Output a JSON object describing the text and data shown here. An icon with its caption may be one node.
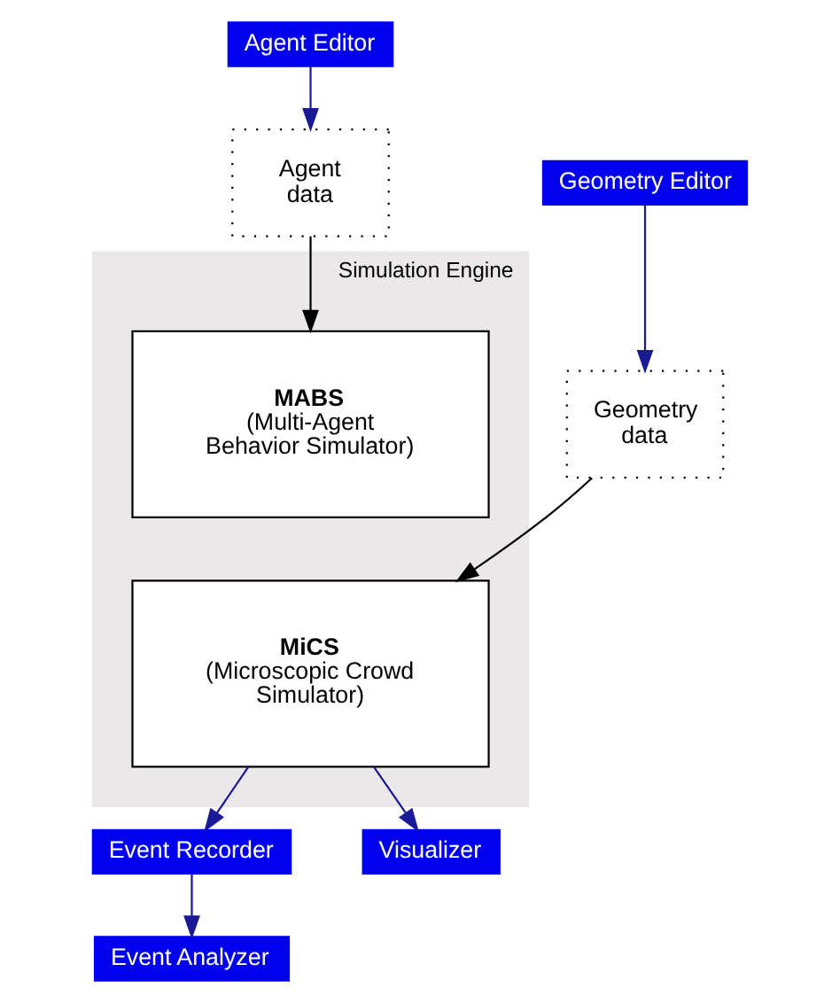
{
  "diagram": {
    "nodes": [
      {
        "text": [
          "Agent Editor"
        ]
      },
      {
        "text": [
          "Agent data"
        ]
      },
      {
        "text": [
          "Simulation Engine"
        ]
      },
      {
        "text": [
          "MABS",
          "(Multi-Agent Behavior Simulator)"
        ],
        "in": 2
      },
      {
        "text": [
          "MiCS",
          "(Microscopic Crowd Simulator)"
        ],
        "in": 2
      },
      {
        "text": [
          "Geometry Editor"
        ]
      },
      {
        "text": [
          "Geometry data"
        ]
      },
      {
        "text": [
          "Event Recorder"
        ]
      },
      {
        "text": [
          "Visualizer"
        ]
      },
      {
        "text": [
          "Event Analyzer"
        ]
      }
    ],
    "edges": [
      {
        "from": 0,
        "to": 1,
        "arrow": "to"
      },
      {
        "from": 1,
        "to": 3,
        "arrow": "to",
        "color": "#000000"
      },
      {
        "from": 5,
        "to": 6,
        "arrow": "to"
      },
      {
        "from": 6,
        "to": 4,
        "arrow": "to",
        "color": "#000000"
      },
      {
        "from": 4,
        "to": 7,
        "arrow": "to"
      },
      {
        "from": 4,
        "to": 8,
        "arrow": "to"
      },
      {
        "from": 7,
        "to": 9,
        "arrow": "to"
      }
    ]
  }
}
